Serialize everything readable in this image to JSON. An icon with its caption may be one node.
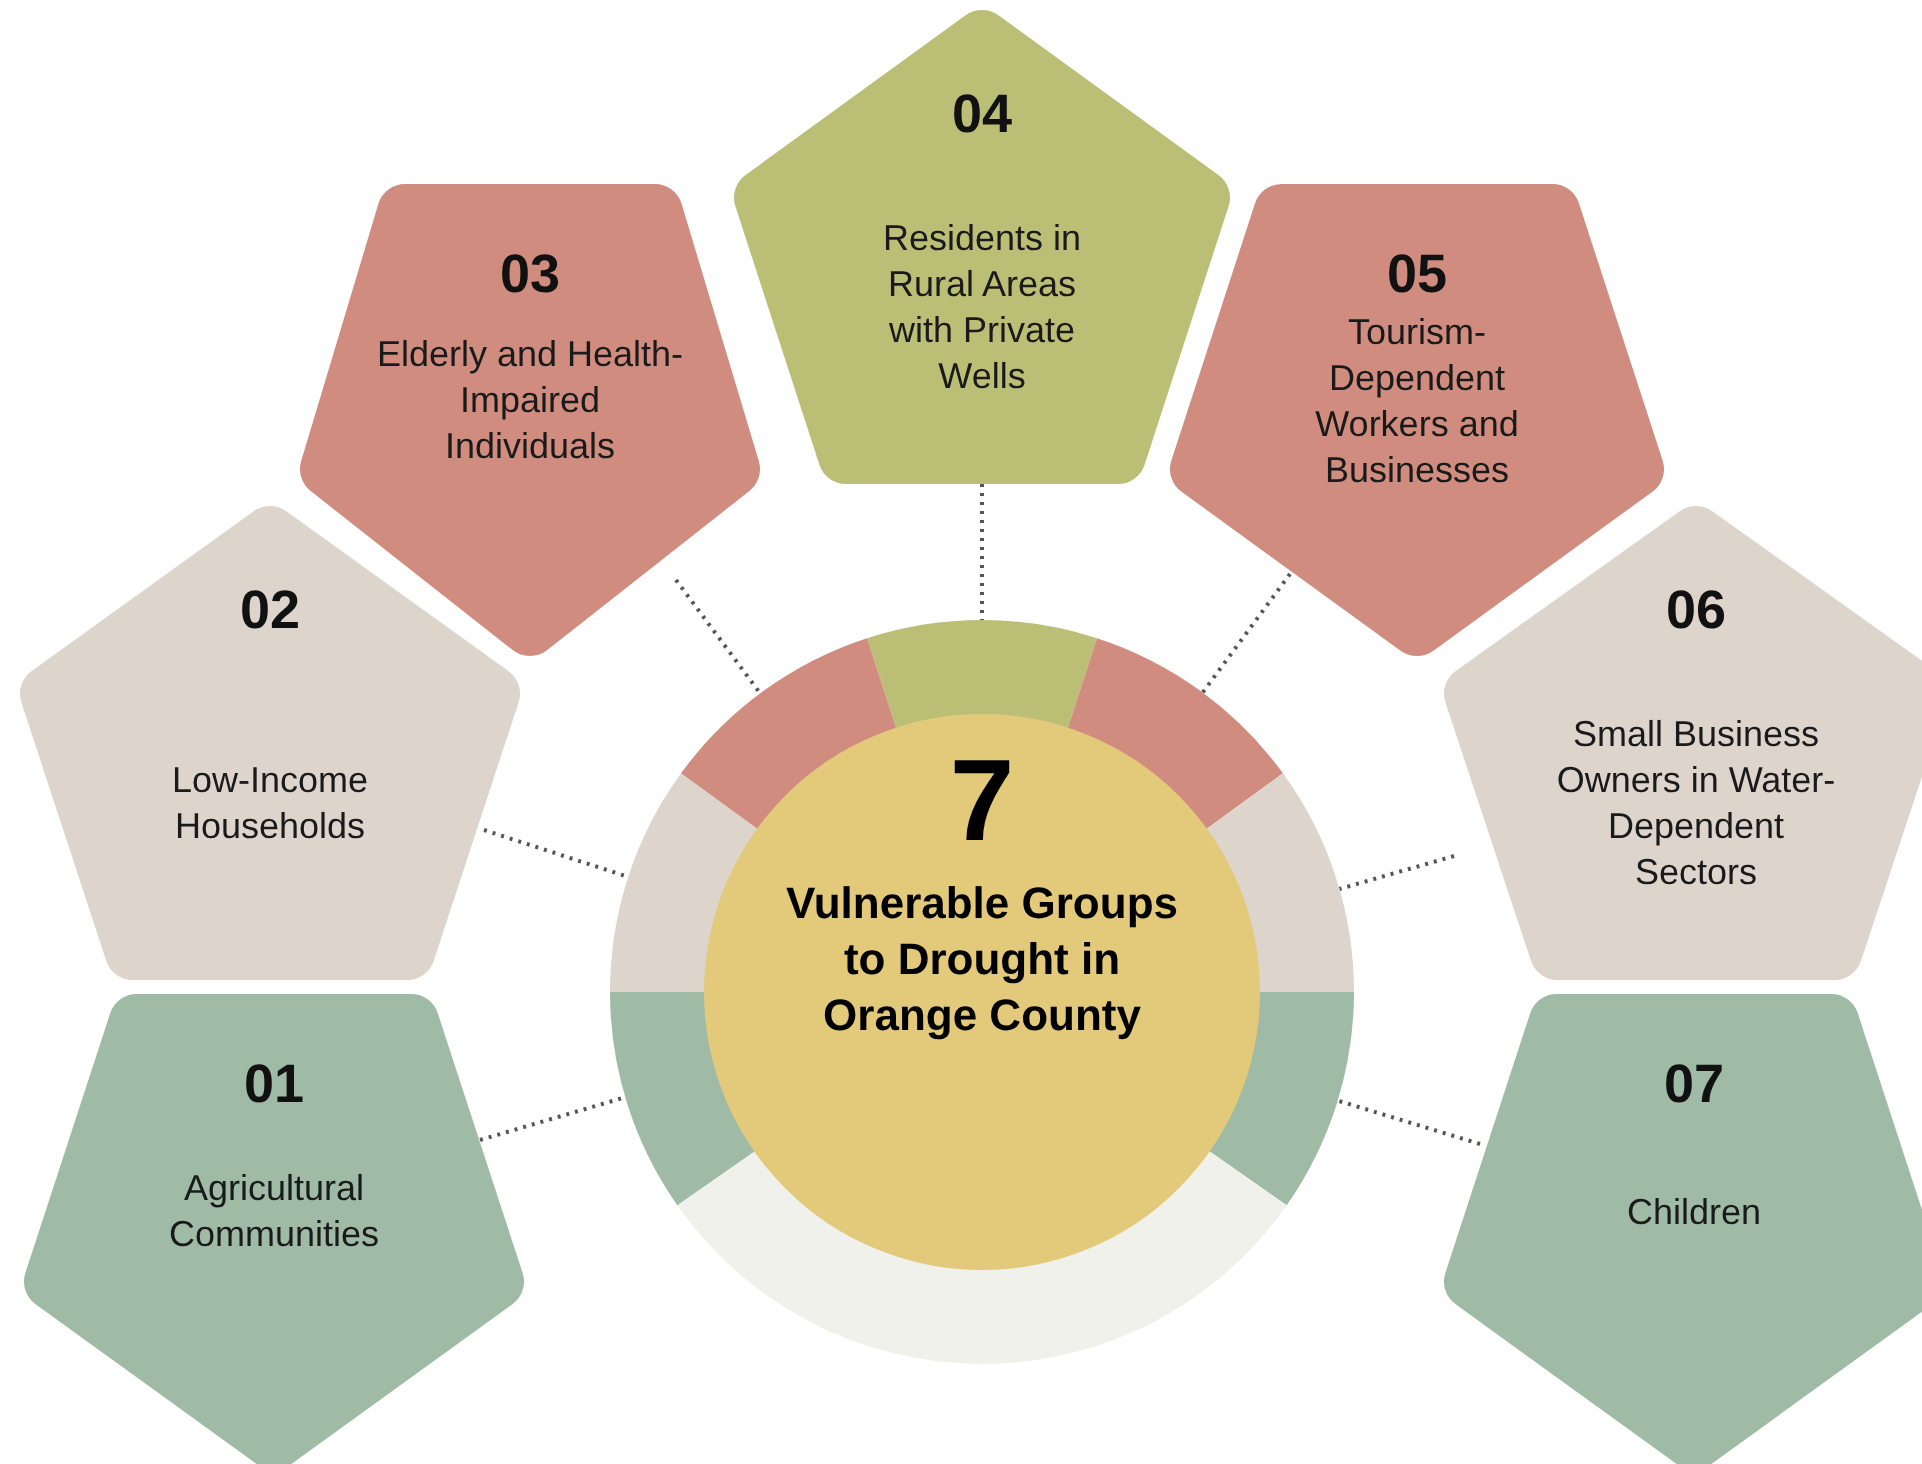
{
  "diagram": {
    "nodes": [
      {
        "text": [
          "7",
          "Vulnerable Groups to Drought in Orange County"
        ]
      },
      {
        "text": [
          "01",
          "Agricultural Communities"
        ]
      },
      {
        "text": [
          "02",
          "Low-Income Households"
        ]
      },
      {
        "text": [
          "03",
          "Elderly and Health-Impaired Individuals"
        ]
      },
      {
        "text": [
          "04",
          "Residents in Rural Areas with Private Wells"
        ]
      },
      {
        "text": [
          "05",
          "Tourism-Dependent Workers and Businesses"
        ]
      },
      {
        "text": [
          "06",
          "Small Business Owners in Water-Dependent Sectors"
        ]
      },
      {
        "text": [
          "07",
          "Children"
        ]
      }
    ],
    "edges": [
      {
        "from": 1,
        "to": 0,
        "arrow": "none"
      },
      {
        "from": 2,
        "to": 0,
        "arrow": "none"
      },
      {
        "from": 3,
        "to": 0,
        "arrow": "none"
      },
      {
        "from": 4,
        "to": 0,
        "arrow": "none"
      },
      {
        "from": 5,
        "to": 0,
        "arrow": "none"
      },
      {
        "from": 6,
        "to": 0,
        "arrow": "none"
      },
      {
        "from": 7,
        "to": 0,
        "arrow": "none"
      }
    ]
  }
}
